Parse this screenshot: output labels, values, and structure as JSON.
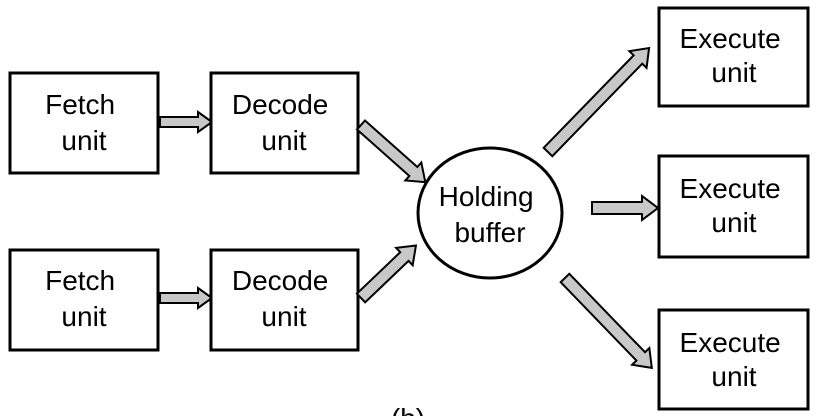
{
  "diagram": {
    "fetch_top": {
      "line1": "Fetch",
      "line2": "unit"
    },
    "fetch_bottom": {
      "line1": "Fetch",
      "line2": "unit"
    },
    "decode_top": {
      "line1": "Decode",
      "line2": "unit"
    },
    "decode_bottom": {
      "line1": "Decode",
      "line2": "unit"
    },
    "holding_buffer": {
      "line1": "Holding",
      "line2": "buffer"
    },
    "execute_top": {
      "line1": "Execute",
      "line2": "unit"
    },
    "execute_middle": {
      "line1": "Execute",
      "line2": "unit"
    },
    "execute_bottom": {
      "line1": "Execute",
      "line2": "unit"
    },
    "caption": "(b)"
  }
}
